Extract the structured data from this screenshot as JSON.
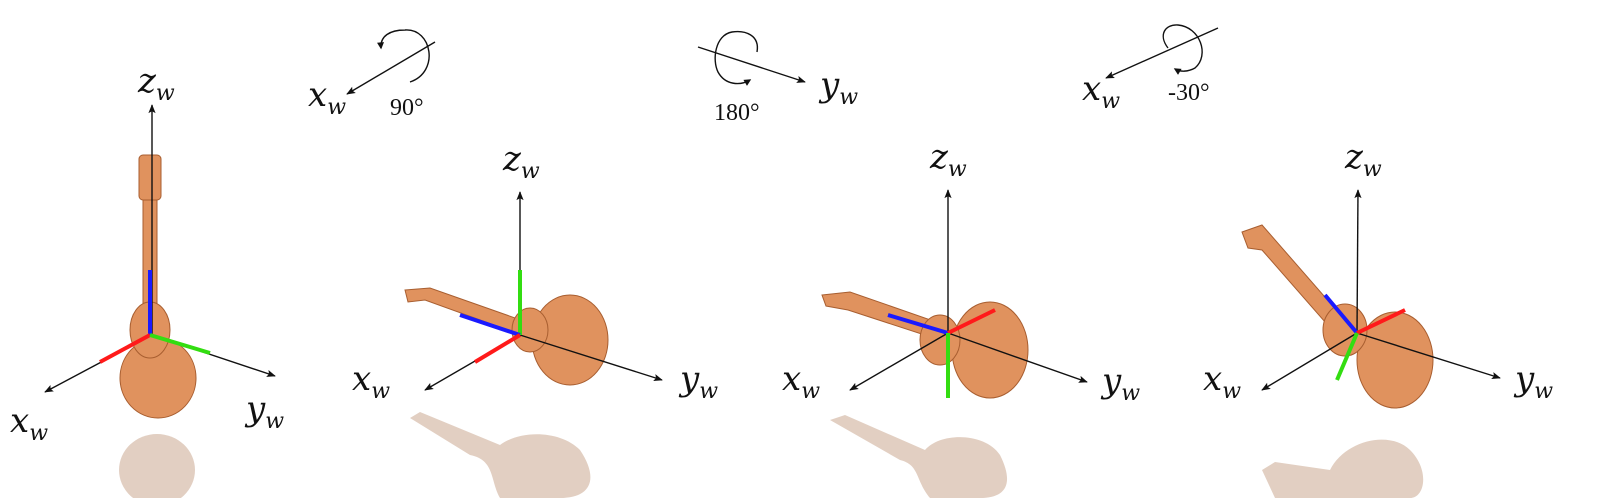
{
  "colors": {
    "frame_x": "#ff1a1a",
    "frame_y": "#33dd11",
    "frame_z": "#1a1aff",
    "guitar": "#e0925e",
    "shadow": "#e2cfc2"
  },
  "axis_labels": {
    "x": "x",
    "y": "y",
    "z": "z",
    "subscript": "w"
  },
  "rotations": [
    {
      "axis": "x",
      "angle": "90°"
    },
    {
      "axis": "y",
      "angle": "180°"
    },
    {
      "axis": "x",
      "angle": "-30°"
    }
  ]
}
